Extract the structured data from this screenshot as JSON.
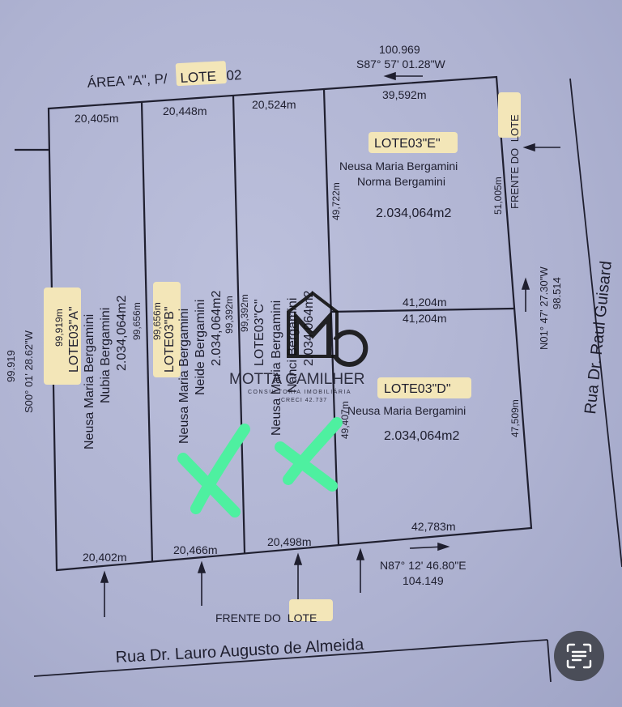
{
  "plan": {
    "area_title_prefix": "ÁREA \"A\", P/",
    "area_title_lote": "LOTE",
    "area_title_suffix": "02",
    "top_distance": "100.969",
    "top_bearing": "S87° 57' 01.28\"W",
    "left_distance": "99.919",
    "left_bearing": "S00° 01' 28.62\"W",
    "right_distance": "98.514",
    "right_bearing": "N01° 47' 27.30\"W",
    "bottom_bearing": "N87° 12' 46.80\"E",
    "bottom_distance": "104.149",
    "frente_right_prefix": "FRENTE DO",
    "frente_right_lote": "LOTE",
    "frente_bottom_prefix": "FRENTE DO",
    "frente_bottom_lote": "LOTE",
    "street_bottom": "Rua Dr. Lauro Augusto de Almeida",
    "street_right": "Rua Dr. Raul Guisard",
    "lots": {
      "a": {
        "name": "LOTE03\"A\"",
        "owner1": "Neusa Maria Bergamini",
        "owner2": "Nubia Bergamini",
        "area": "2.034,064m2",
        "top": "20,405m",
        "bottom": "20,402m",
        "left": "99,919m",
        "right": "99,656m"
      },
      "b": {
        "name": "LOTE03\"B\"",
        "owner1": "Neusa Maria Bergamini",
        "owner2": "Neide Bergamini",
        "area": "2.034,064m2",
        "top": "20,448m",
        "bottom": "20,466m",
        "left": "99,656m",
        "right": "99,392m"
      },
      "c": {
        "name": "LOTE03\"C\"",
        "owner1": "Neusa Maria Bergamini",
        "owner2": "Nanci Bergamini",
        "area": "2.034,064m2",
        "top": "20,524m",
        "bottom": "20,498m",
        "left": "99,392m"
      },
      "e": {
        "name": "LOTE03\"E\"",
        "owner1": "Neusa Maria Bergamini",
        "owner2": "Norma Bergamini",
        "area": "2.034,064m2",
        "top": "39,592m",
        "left": "49,722m",
        "right": "51,005m",
        "bottom": "41,204m"
      },
      "d": {
        "name": "LOTE03\"D\"",
        "owner1": "Neusa Maria Bergamini",
        "area": "2.034,064m2",
        "top": "41,204m",
        "left": "49,407m",
        "right": "47,509m",
        "bottom": "42,783m"
      }
    }
  },
  "watermark": {
    "brand": "MOTTA CAMILHER",
    "sub": "CONSULTORIA IMOBILIÁRIA",
    "creci": "CRECI 42.737"
  },
  "colors": {
    "paper": "#aeb3d2",
    "ink": "#1e1e2e",
    "highlight": "#f3e6b8",
    "check": "#4ef0a0"
  },
  "icons": {
    "scan": "text-scan-icon",
    "check": "check-mark-icon",
    "arrow": "arrow-icon"
  }
}
